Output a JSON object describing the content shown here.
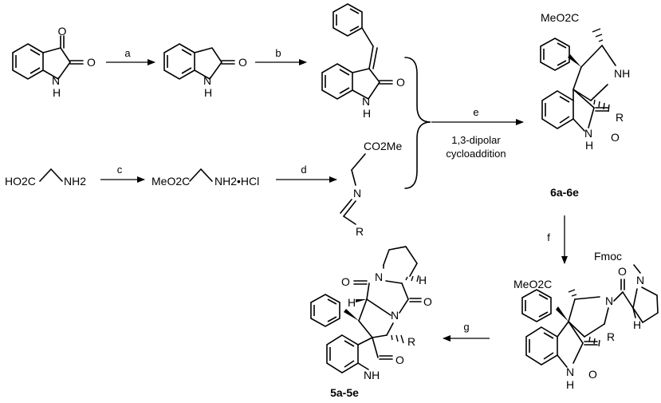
{
  "labels": {
    "oxygen": "O",
    "amine_h": "H",
    "nitrogen": "N",
    "nh": "NH",
    "ester_right": "MeO2C",
    "r": "R",
    "fmoc": "Fmoc",
    "hcl_salt": "NH2•HCl",
    "glycine_left": "HO2C",
    "amine_nh2": "NH2",
    "co2me": "CO2Me",
    "stereo_h": "H"
  },
  "steps": {
    "a": "a",
    "b": "b",
    "c": "c",
    "d": "d",
    "e": "e",
    "e_condition_1": "1,3-dipolar",
    "e_condition_2": "cycloaddition",
    "f": "f",
    "g": "g"
  },
  "compounds": {
    "intermediate": "6a-6e",
    "final": "5a-5e"
  }
}
